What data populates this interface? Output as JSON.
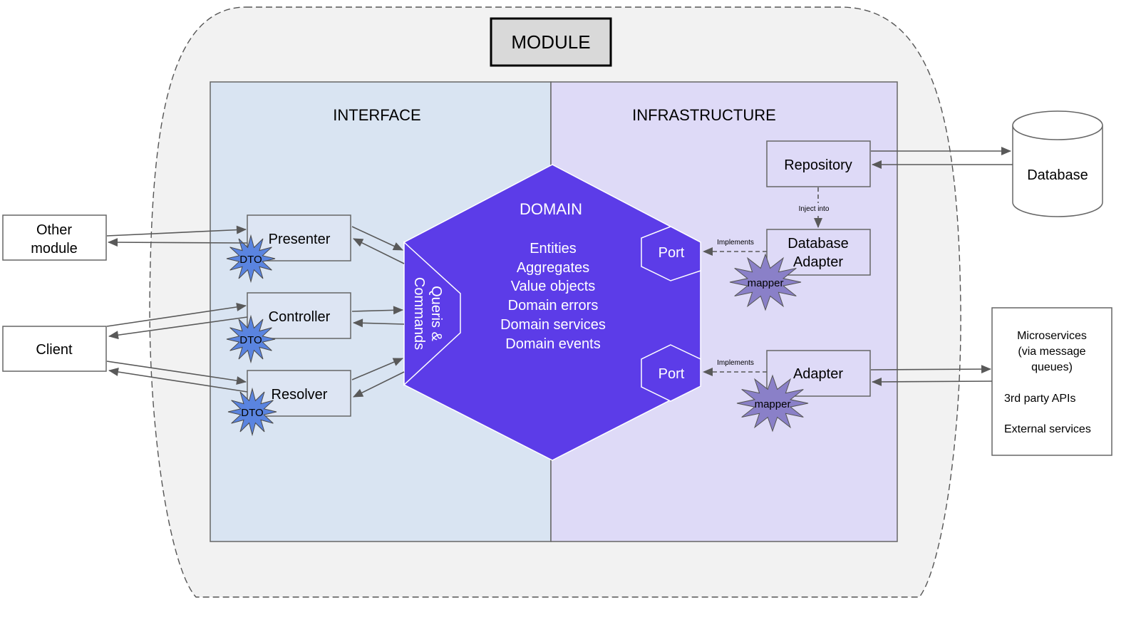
{
  "title": "MODULE",
  "colors": {
    "interface_bg": "#d9e4f2",
    "infrastructure_bg": "#dedaf7",
    "domain_fill": "#5c3ce8",
    "dto_fill": "#5a84e0",
    "mapper_fill": "#8a80c8",
    "module_fill": "#f2f2f2",
    "module_label_bg": "#d9d9d9"
  },
  "sections": {
    "interface": "INTERFACE",
    "infrastructure": "INFRASTRUCTURE"
  },
  "domain": {
    "title": "DOMAIN",
    "items": [
      "Entities",
      "Aggregates",
      "Value objects",
      "Domain errors",
      "Domain services",
      "Domain events"
    ],
    "queries_commands": [
      "Queris &",
      "Commands"
    ],
    "ports": [
      "Port",
      "Port"
    ]
  },
  "external": {
    "other_module": [
      "Other",
      "module"
    ],
    "client": "Client",
    "database": "Database",
    "services": [
      "Microservices",
      "(via message",
      "queues)",
      "3rd party APIs",
      "External services"
    ]
  },
  "interface_components": {
    "presenter": "Presenter",
    "controller": "Controller",
    "resolver": "Resolver",
    "dto_badge": "DTO"
  },
  "infrastructure_components": {
    "repository": "Repository",
    "database_adapter": [
      "Database",
      "Adapter"
    ],
    "adapter": "Adapter",
    "mapper_badge": "mapper",
    "inject_label": "Inject into",
    "implements_label": "Implements"
  }
}
